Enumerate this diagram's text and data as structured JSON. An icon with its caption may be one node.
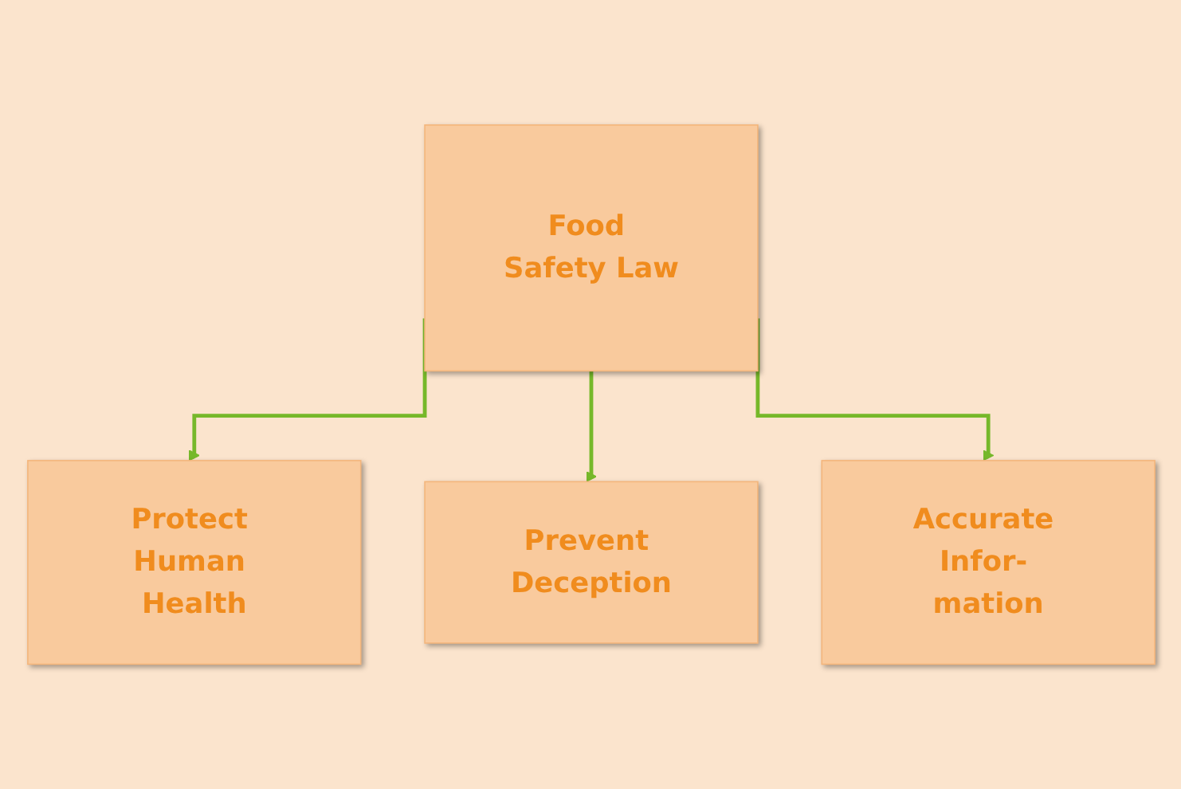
{
  "diagram": {
    "nodes": [
      {
        "text": [
          "Food Safety Law"
        ]
      },
      {
        "text": [
          "Protect Human Health"
        ]
      },
      {
        "text": [
          "Prevent Deception"
        ]
      },
      {
        "text": [
          "Accurate Infor- mation"
        ]
      }
    ],
    "edges": [
      {
        "from": 0,
        "to": 1,
        "arrow": "to"
      },
      {
        "from": 0,
        "to": 2,
        "arrow": "to"
      },
      {
        "from": 0,
        "to": 3,
        "arrow": "to"
      }
    ]
  }
}
